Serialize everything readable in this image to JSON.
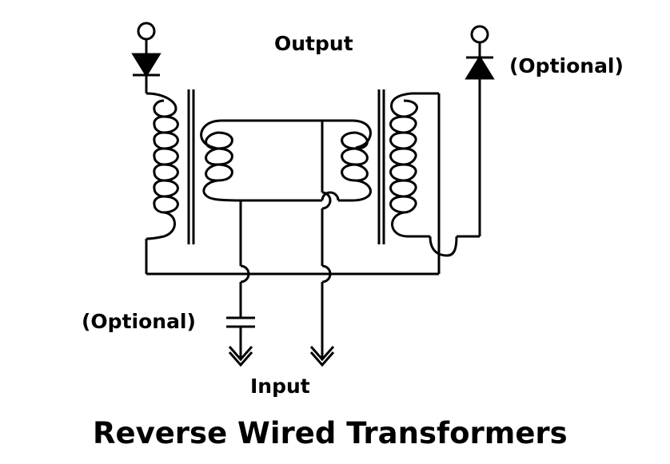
{
  "labels": {
    "output": "Output",
    "optional_right": "(Optional)",
    "optional_left": "(Optional)",
    "input": "Input"
  },
  "title": "Reverse Wired Transformers",
  "colors": {
    "line": "#000000",
    "background": "#ffffff"
  }
}
